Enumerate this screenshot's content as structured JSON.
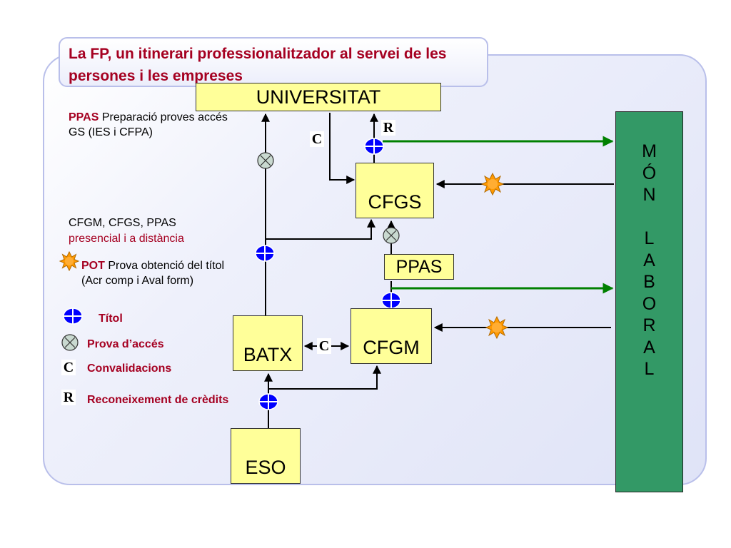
{
  "title": "La FP, un itinerari professionalitzador al servei de les persones i les empreses",
  "boxes": {
    "universitat": "UNIVERSITAT",
    "cfgs": "CFGS",
    "ppas": "PPAS",
    "cfgm": "CFGM",
    "batx": "BATX",
    "eso": "ESO"
  },
  "mon_laboral": "M\nÓ\nN\n\nL\nA\nB\nO\nR\nA\nL",
  "badges": {
    "c_upper": "C",
    "r_upper": "R",
    "c_middle": "C"
  },
  "notes": {
    "ppas_label": "PPAS",
    "ppas_desc": " Preparació proves accés GS (IES i CFPA)",
    "modes_line1": "CFGM, CFGS, PPAS",
    "modes_line2": "presencial i a distància",
    "pot_label": "POT",
    "pot_desc": " Prova obtenció del títol (Acr comp i Aval form)"
  },
  "legend": {
    "titol": "Títol",
    "prova": "Prova d’accés",
    "c_symbol": "C",
    "convalidacions": "Convalidacions",
    "r_symbol": "R",
    "reconeixement": "Reconeixement de crèdits"
  },
  "colors": {
    "title_red": "#a50021",
    "box_yellow": "#ffff99",
    "mon_laboral_green": "#339966",
    "arrow_green": "#008000",
    "titol_blue": "#0000ff",
    "prova_grey": "#c9d9d0",
    "pot_orange": "#ff9900"
  }
}
